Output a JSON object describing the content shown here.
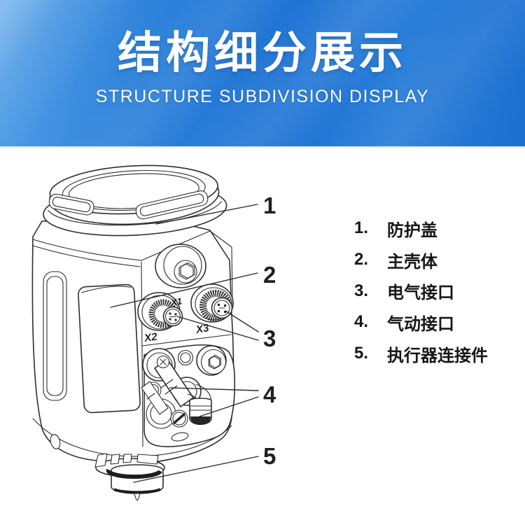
{
  "banner": {
    "title": "结构细分展示",
    "subtitle": "STRUCTURE SUBDIVISION DISPLAY",
    "background_accent": "#1e73d4",
    "text_color": "#ffffff"
  },
  "legend": {
    "items": [
      {
        "num": "1.",
        "label": "防护盖"
      },
      {
        "num": "2.",
        "label": "主壳体"
      },
      {
        "num": "3.",
        "label": "电气接口"
      },
      {
        "num": "4.",
        "label": "气动接口"
      },
      {
        "num": "5.",
        "label": "执行器连接件"
      }
    ]
  },
  "callouts": [
    {
      "number": "1"
    },
    {
      "number": "2"
    },
    {
      "number": "3"
    },
    {
      "number": "4"
    },
    {
      "number": "5"
    }
  ],
  "diagram": {
    "port_labels": [
      {
        "text": "X1"
      },
      {
        "text": "X2"
      },
      {
        "text": "X3"
      }
    ],
    "line_color": "#2e2e2e"
  }
}
